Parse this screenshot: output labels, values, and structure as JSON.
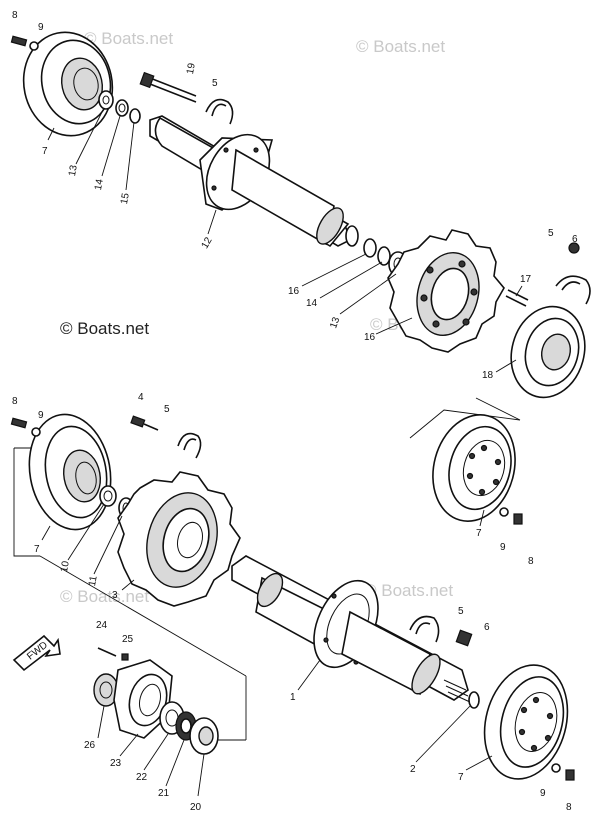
{
  "watermarks": {
    "top_left": "© Boats.net",
    "top_right": "© Boats.net",
    "middle_left": "© Boats.net",
    "middle_center": "© Boats.net",
    "bottom_left": "© Boats.net",
    "bottom_right": "© Boats.net"
  },
  "direction_marker": "FWD",
  "callouts": {
    "c1": "8",
    "c2": "9",
    "c3": "7",
    "c4": "13",
    "c5": "14",
    "c6": "15",
    "c7": "19",
    "c8": "5",
    "c9": "12",
    "c10": "5",
    "c11": "6",
    "c12": "17",
    "c13": "16",
    "c14": "14",
    "c15": "13",
    "c16": "16",
    "c17": "18",
    "c18": "8",
    "c19": "9",
    "c20": "4",
    "c21": "5",
    "c22": "7",
    "c23": "10",
    "c24": "11",
    "c25": "3",
    "c26": "7",
    "c27": "9",
    "c28": "8",
    "c29": "5",
    "c30": "6",
    "c31": "1",
    "c32": "24",
    "c33": "25",
    "c34": "26",
    "c35": "23",
    "c36": "22",
    "c37": "21",
    "c38": "20",
    "c39": "2",
    "c40": "7",
    "c41": "9",
    "c42": "8"
  }
}
